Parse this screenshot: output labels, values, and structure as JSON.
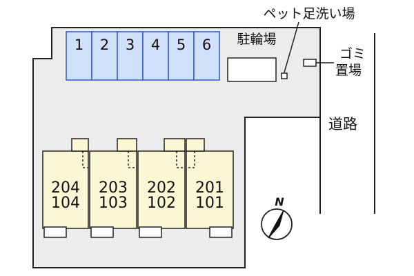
{
  "parking": {
    "slots": [
      "1",
      "2",
      "3",
      "4",
      "5",
      "6"
    ]
  },
  "bike_parking": {
    "label": "駐輪場"
  },
  "pet_wash": {
    "label": "ペット足洗い場"
  },
  "garbage": {
    "line1": "ゴミ",
    "line2": "置場"
  },
  "road": {
    "label": "道路"
  },
  "units": [
    {
      "upper": "204",
      "lower": "104"
    },
    {
      "upper": "203",
      "lower": "103"
    },
    {
      "upper": "202",
      "lower": "102"
    },
    {
      "upper": "201",
      "lower": "101"
    }
  ],
  "compass": {
    "label": "N"
  },
  "colors": {
    "parking": "#cfe0fb",
    "parking_border": "#3356c9",
    "unit": "#fbf6d3",
    "lot": "#ececec"
  }
}
